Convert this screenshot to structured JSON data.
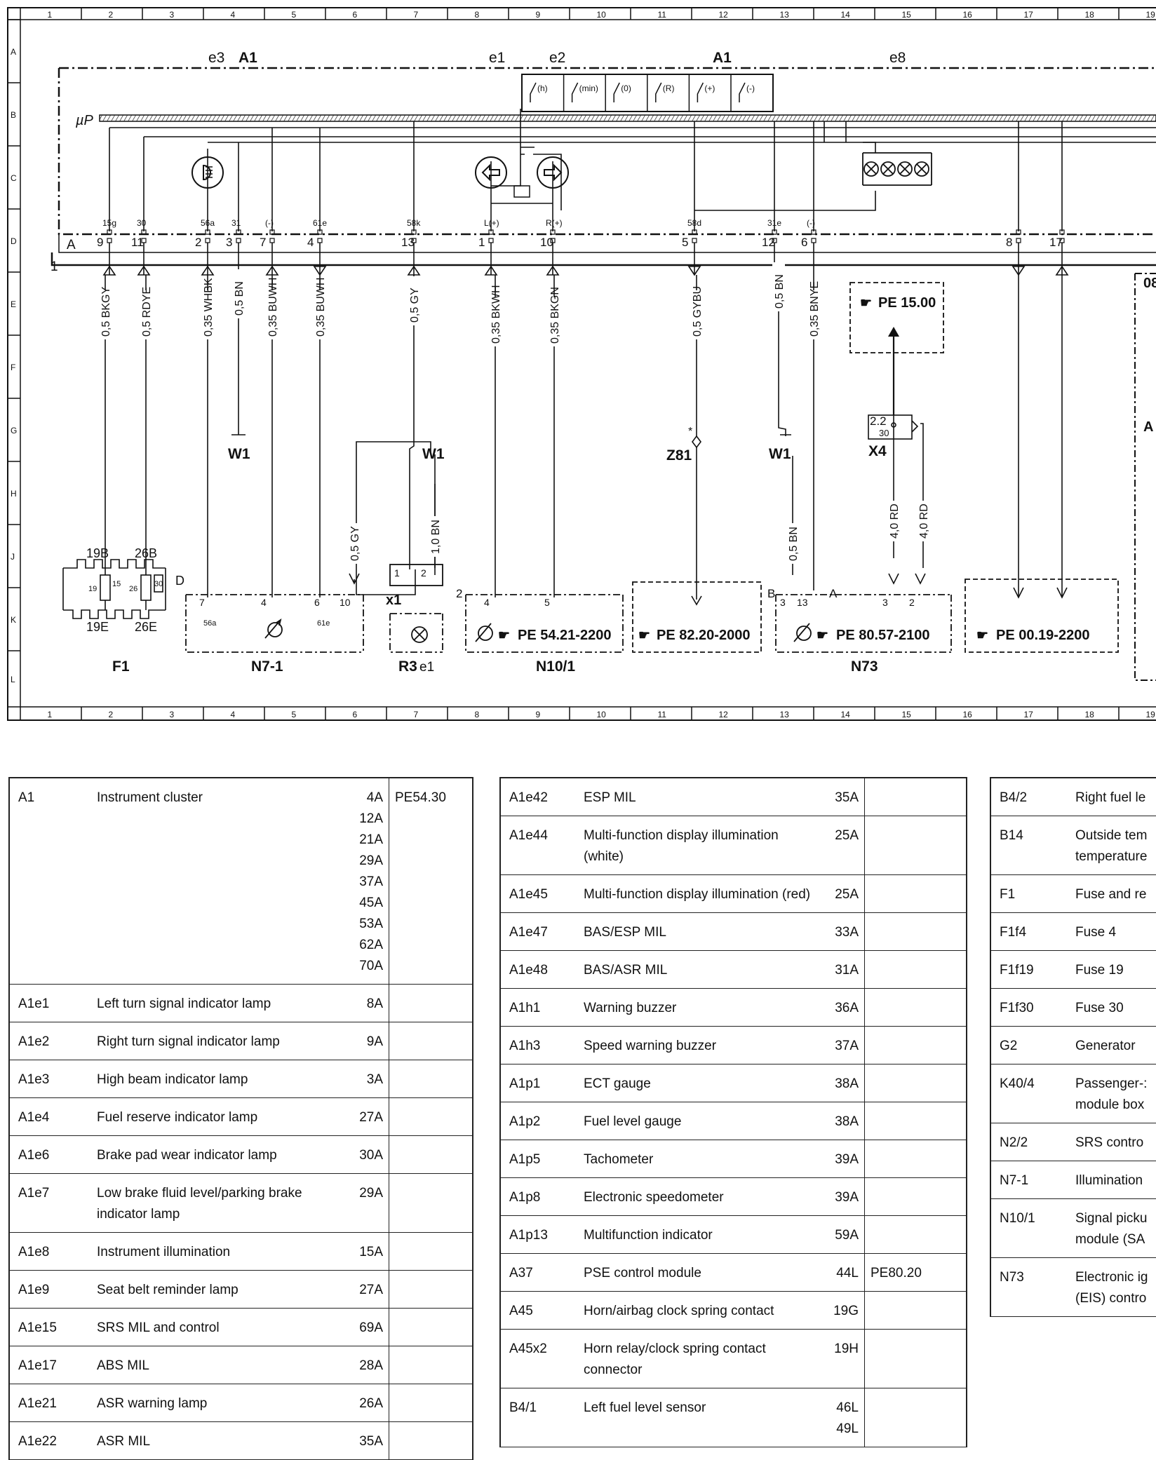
{
  "grid": {
    "columns": [
      "1",
      "2",
      "3",
      "4",
      "5",
      "6",
      "7",
      "8",
      "9",
      "10",
      "11",
      "12",
      "13",
      "14",
      "15",
      "16",
      "17",
      "18",
      "19"
    ],
    "rows": [
      "A",
      "B",
      "C",
      "D",
      "E",
      "F",
      "G",
      "H",
      "J",
      "K",
      "L"
    ]
  },
  "labels": {
    "e3": "e3",
    "a1_left": "A1",
    "e1": "e1",
    "e2": "e2",
    "a1_center": "A1",
    "e8": "e8",
    "mu_p": "µP",
    "bus_a": "A",
    "bus_1": "1",
    "right_box": "08",
    "right_edge": "A",
    "switches": [
      "(h)",
      "(min)",
      "(0)",
      "(R)",
      "(+)",
      "(-)"
    ]
  },
  "connectors": [
    {
      "term": "15g",
      "pin": "9",
      "wire": "0,5 BKGY"
    },
    {
      "term": "30",
      "pin": "11",
      "wire": "0,5 RDYE"
    },
    {
      "term": "56a",
      "pin": "2",
      "wire": "0,35 WHBK"
    },
    {
      "term": "31",
      "pin": "3",
      "wire": "0,5 BN"
    },
    {
      "term": "(-)",
      "pin": "7",
      "wire": "0,35 BUWH"
    },
    {
      "term": "61e",
      "pin": "4",
      "wire": "0,35 BUWH"
    },
    {
      "term": "58k",
      "pin": "13",
      "wire": "0,5 GY"
    },
    {
      "term": "L(+)",
      "pin": "1",
      "wire": "0,35 BKWH"
    },
    {
      "term": "R(+)",
      "pin": "10",
      "wire": "0,35 BKGN"
    },
    {
      "term": "58d",
      "pin": "5",
      "wire": "0,5 GYBU"
    },
    {
      "term": "31e",
      "pin": "12",
      "wire": "0,5 BN"
    },
    {
      "term": "(-)",
      "pin": "6",
      "wire": "0,35 BNYE"
    },
    {
      "term": "",
      "pin": "8",
      "wire": ""
    },
    {
      "term": "",
      "pin": "17",
      "wire": ""
    }
  ],
  "ground_w1": "W1",
  "z81": "Z81",
  "x4": {
    "label": "X4",
    "pins": "2.2",
    "term": "30"
  },
  "x1": "x1",
  "wires_lower": {
    "gy": "0,5 GY",
    "bn1": "1,0 BN",
    "bn2": "0,5 BN",
    "rd1": "4,0 RD",
    "rd2": "4,0 RD"
  },
  "refs": {
    "pe1500": "PE 15.00",
    "pe5421": "PE 54.21-2200",
    "pe8220": "PE 82.20-2000",
    "pe8057": "PE 80.57-2100",
    "pe0019": "PE 00.19-2200"
  },
  "components": {
    "f1": {
      "label": "F1",
      "top1": "19B",
      "top2": "26B",
      "bot1": "19E",
      "bot2": "26E",
      "d": "D",
      "f19": "19",
      "f15": "15",
      "f26": "26",
      "f30": "30"
    },
    "n7": {
      "label": "N7-1",
      "pin7": "7",
      "pin4": "4",
      "pin6": "6",
      "pin10": "10",
      "t56a": "56a",
      "t61e": "61e"
    },
    "r3": {
      "label": "R3",
      "sub": "e1",
      "pin1": "1",
      "pin2": "2"
    },
    "n10": {
      "label": "N10/1",
      "pin4": "4",
      "pin5": "5",
      "conn": "2"
    },
    "n73": {
      "label": "N73",
      "b": "B",
      "pin3": "3",
      "pin13": "13",
      "a": "A",
      "pin3b": "3",
      "pin2": "2"
    }
  },
  "legend": {
    "table1": [
      {
        "code": "A1",
        "desc": "Instrument cluster",
        "coord": "4A\n12A\n21A\n29A\n37A\n45A\n53A\n62A\n70A",
        "ref": "PE54.30"
      },
      {
        "code": "A1e1",
        "desc": "Left turn signal indicator lamp",
        "coord": "8A",
        "ref": ""
      },
      {
        "code": "A1e2",
        "desc": "Right turn signal indicator lamp",
        "coord": "9A",
        "ref": ""
      },
      {
        "code": "A1e3",
        "desc": "High beam indicator lamp",
        "coord": "3A",
        "ref": ""
      },
      {
        "code": "A1e4",
        "desc": "Fuel reserve indicator lamp",
        "coord": "27A",
        "ref": ""
      },
      {
        "code": "A1e6",
        "desc": "Brake pad wear indicator lamp",
        "coord": "30A",
        "ref": ""
      },
      {
        "code": "A1e7",
        "desc": "Low brake fluid level/parking brake indicator lamp",
        "coord": "29A",
        "ref": ""
      },
      {
        "code": "A1e8",
        "desc": "Instrument illumination",
        "coord": "15A",
        "ref": ""
      },
      {
        "code": "A1e9",
        "desc": "Seat belt reminder lamp",
        "coord": "27A",
        "ref": ""
      },
      {
        "code": "A1e15",
        "desc": "SRS MIL and control",
        "coord": "69A",
        "ref": ""
      },
      {
        "code": "A1e17",
        "desc": "ABS MIL",
        "coord": "28A",
        "ref": ""
      },
      {
        "code": "A1e21",
        "desc": "ASR warning lamp",
        "coord": "26A",
        "ref": ""
      },
      {
        "code": "A1e22",
        "desc": "ASR MIL",
        "coord": "35A",
        "ref": ""
      }
    ],
    "table2": [
      {
        "code": "A1e42",
        "desc": "ESP MIL",
        "coord": "35A",
        "ref": ""
      },
      {
        "code": "A1e44",
        "desc": "Multi-function display illumination (white)",
        "coord": "25A",
        "ref": ""
      },
      {
        "code": "A1e45",
        "desc": "Multi-function display illumination (red)",
        "coord": "25A",
        "ref": ""
      },
      {
        "code": "A1e47",
        "desc": "BAS/ESP MIL",
        "coord": "33A",
        "ref": ""
      },
      {
        "code": "A1e48",
        "desc": "BAS/ASR MIL",
        "coord": "31A",
        "ref": ""
      },
      {
        "code": "A1h1",
        "desc": "Warning buzzer",
        "coord": "36A",
        "ref": ""
      },
      {
        "code": "A1h3",
        "desc": "Speed warning buzzer",
        "coord": "37A",
        "ref": ""
      },
      {
        "code": "A1p1",
        "desc": "ECT gauge",
        "coord": "38A",
        "ref": ""
      },
      {
        "code": "A1p2",
        "desc": "Fuel level gauge",
        "coord": "38A",
        "ref": ""
      },
      {
        "code": "A1p5",
        "desc": "Tachometer",
        "coord": "39A",
        "ref": ""
      },
      {
        "code": "A1p8",
        "desc": "Electronic speedometer",
        "coord": "39A",
        "ref": ""
      },
      {
        "code": "A1p13",
        "desc": "Multifunction indicator",
        "coord": "59A",
        "ref": ""
      },
      {
        "code": "A37",
        "desc": "PSE control module",
        "coord": "44L",
        "ref": "PE80.20"
      },
      {
        "code": "A45",
        "desc": "Horn/airbag clock spring contact",
        "coord": "19G",
        "ref": ""
      },
      {
        "code": "A45x2",
        "desc": "Horn relay/clock spring contact connector",
        "coord": "19H",
        "ref": ""
      },
      {
        "code": "B4/1",
        "desc": "Left fuel level sensor",
        "coord": "46L\n49L",
        "ref": ""
      }
    ],
    "table3": [
      {
        "code": "B4/2",
        "desc": "Right fuel le"
      },
      {
        "code": "B14",
        "desc": "Outside tem temperature"
      },
      {
        "code": "F1",
        "desc": "Fuse and re"
      },
      {
        "code": "F1f4",
        "desc": "Fuse 4"
      },
      {
        "code": "F1f19",
        "desc": "Fuse 19"
      },
      {
        "code": "F1f30",
        "desc": "Fuse 30"
      },
      {
        "code": "G2",
        "desc": "Generator"
      },
      {
        "code": "K40/4",
        "desc": "Passenger-: module box"
      },
      {
        "code": "N2/2",
        "desc": "SRS contro"
      },
      {
        "code": "N7-1",
        "desc": "Illumination"
      },
      {
        "code": "N10/1",
        "desc": "Signal picku module (SA"
      },
      {
        "code": "N73",
        "desc": "Electronic ig (EIS) contro"
      }
    ]
  }
}
